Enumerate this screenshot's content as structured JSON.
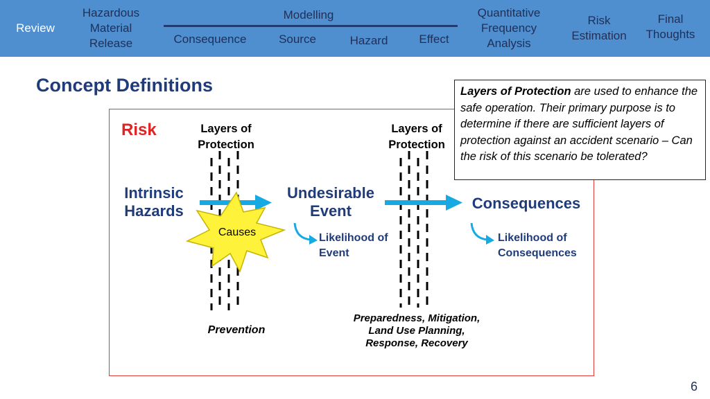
{
  "nav": {
    "review": "Review",
    "hazardous": "Hazardous Material Release",
    "modelling": "Modelling",
    "consequence": "Consequence",
    "source": "Source",
    "hazard": "Hazard",
    "effect": "Effect",
    "qfa": "Quantitative Frequency Analysis",
    "risk_estimation": "Risk Estimation",
    "final_thoughts": "Final Thoughts"
  },
  "slide": {
    "title": "Concept Definitions",
    "page_number": "6"
  },
  "diagram": {
    "risk": "Risk",
    "lop_left": "Layers of Protection",
    "lop_right": "Layers of Protection",
    "intrinsic_hazards": "Intrinsic Hazards",
    "undesirable_event": "Undesirable Event",
    "consequences": "Consequences",
    "causes": "Causes",
    "likelihood_event": "Likelihood of Event",
    "likelihood_consequences": "Likelihood of Consequences",
    "prevention": "Prevention",
    "mitigation": "Preparedness, Mitigation, Land Use Planning, Response, Recovery"
  },
  "callout": {
    "term": "Layers of Protection",
    "text": " are used to enhance the safe operation. Their primary purpose is to determine if there are sufficient layers of protection against an accident scenario – Can the risk of this scenario be tolerated?"
  },
  "colors": {
    "nav_bg": "#4f8fcf",
    "nav_dark_text": "#1f2f57",
    "title": "#1f3b7a",
    "risk_red": "#e02424",
    "arrow_cyan": "#17a9e1",
    "starburst": "#fff23a"
  }
}
